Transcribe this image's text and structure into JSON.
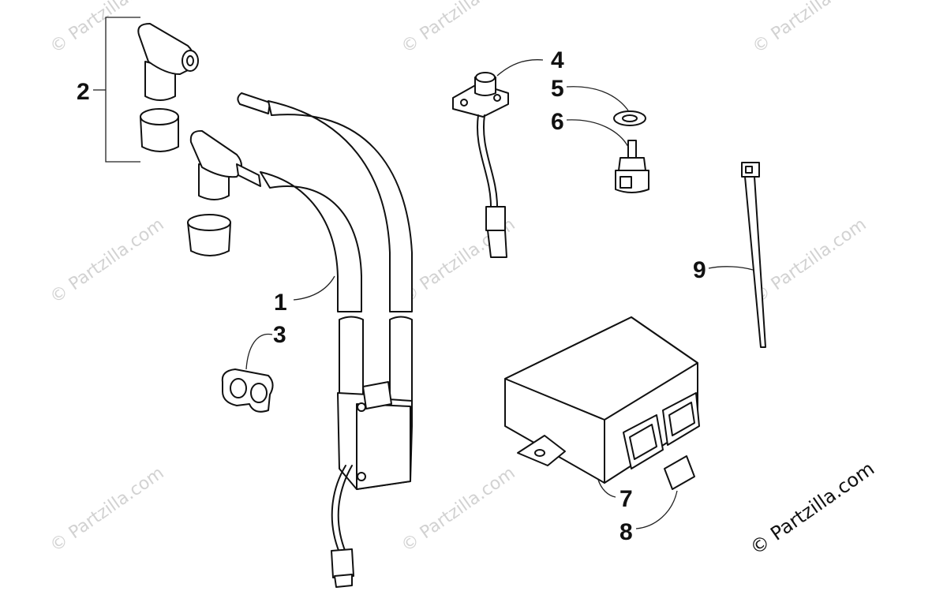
{
  "callouts": {
    "c1": "1",
    "c2": "2",
    "c3": "3",
    "c4": "4",
    "c5": "5",
    "c6": "6",
    "c7": "7",
    "c8": "8",
    "c9": "9"
  },
  "watermark": "© Partzilla.com",
  "copyright": "© Partzilla.com"
}
